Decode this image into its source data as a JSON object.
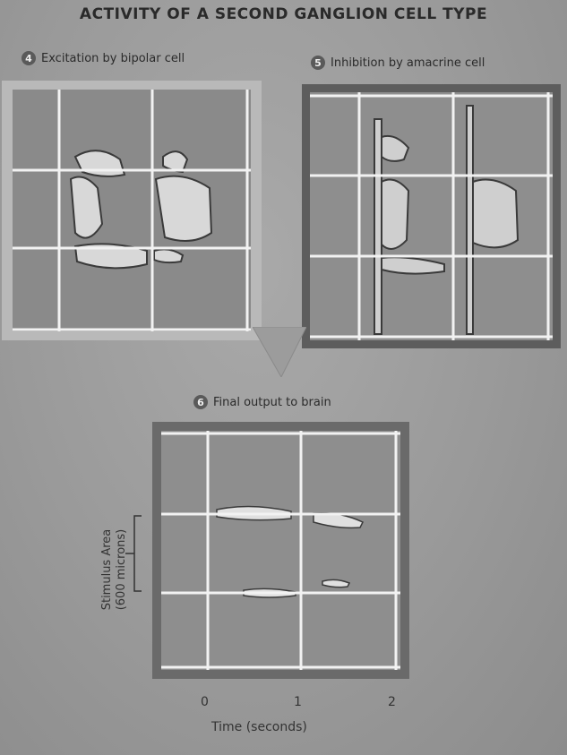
{
  "title": "ACTIVITY OF A SECOND GANGLION CELL TYPE",
  "panels": [
    {
      "number": "4",
      "label": "Excitation by bipolar cell"
    },
    {
      "number": "5",
      "label": "Inhibition by amacrine cell"
    },
    {
      "number": "6",
      "label": "Final output to brain"
    }
  ],
  "axes": {
    "x_ticks": [
      "0",
      "1",
      "2"
    ],
    "x_label": "Time (seconds)",
    "y_label_line1": "Stimulus Area",
    "y_label_line2": "(600 microns)"
  }
}
